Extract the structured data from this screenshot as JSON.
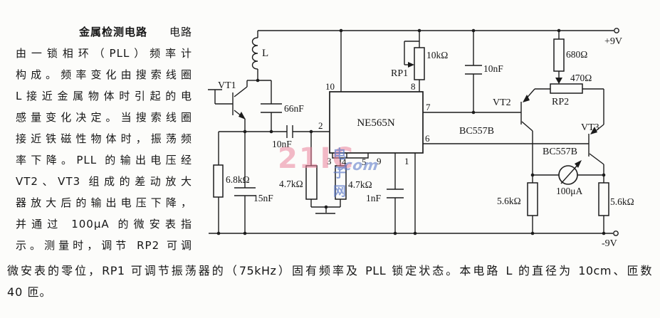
{
  "description": {
    "title": "金属检测电路",
    "title_suffix": "电路",
    "col_lines": [
      "由一锁相环（PLL）频率计",
      "构成。频率变化由搜索线圈",
      "L接近金属物体时引起的电",
      "感量变化决定。当搜索线圈",
      "接近铁磁性物体时，振荡频",
      "率下降。PLL 的输出电压经",
      "VT2、VT3 组成的差动放大",
      "器放大后的输出电压下降，",
      "并通过 100μA 的微安表指",
      "示。测量时，调节 RP2 可调"
    ],
    "bottom_lines": [
      "微安表的零位，RP1 可调节振荡器的（75kHz）固有频率及 PLL 锁定状态。本电路 L 的直径为 10cm、匝数",
      "40 匝。"
    ]
  },
  "watermark": {
    "brand": "21IC",
    "site": "电子网",
    "suffix": ".com",
    "pink": "#e9829a",
    "blue": "#5f7cc9"
  },
  "schematic": {
    "ic": "NE565N",
    "pins": {
      "p1": "1",
      "p2": "2",
      "p3": "3",
      "p4": "4",
      "p5": "5",
      "p6": "6",
      "p7": "7",
      "p8": "8",
      "p9": "9",
      "p10": "10"
    },
    "labels": {
      "inductor": "L",
      "vt1": "VT1",
      "vt2": "VT2",
      "vt3": "VT3",
      "vt2_type": "BC557B",
      "vt3_type": "BC557B",
      "c66": "66nF",
      "c10_series": "10nF",
      "c15": "15nF",
      "c1n": "1nF",
      "c10_decouple": "10nF",
      "r68": "6.8kΩ",
      "r47_left": "4.7kΩ",
      "r47_right": "4.7kΩ",
      "r10k": "10kΩ",
      "r680": "680Ω",
      "r470": "470Ω",
      "r56_left": "5.6kΩ",
      "r56_right": "5.6kΩ",
      "rp1": "RP1",
      "rp2": "RP2",
      "meter": "100μA",
      "v_pos": "+9V",
      "v_neg": "-9V"
    }
  }
}
